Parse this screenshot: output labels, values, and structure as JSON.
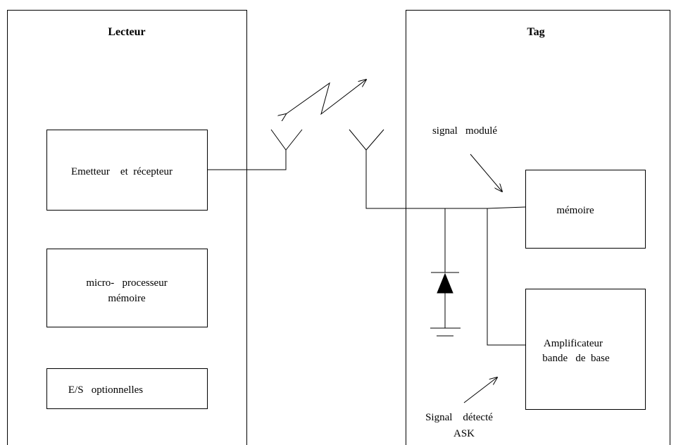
{
  "reader": {
    "title": "Lecteur",
    "blocks": {
      "transceiver": "Emetteur    et  récepteur",
      "processor_line1": "micro-   processeur",
      "processor_line2": "mémoire",
      "io": "E/S   optionnelles"
    }
  },
  "tag": {
    "title": "Tag",
    "blocks": {
      "memory": "mémoire",
      "amplifier_line1": "Amplificateur",
      "amplifier_line2": "bande   de  base"
    },
    "annotations": {
      "modulated_signal": "signal   modulé",
      "detected_signal_line1": "Signal    détecté",
      "detected_signal_line2": "ASK"
    }
  }
}
